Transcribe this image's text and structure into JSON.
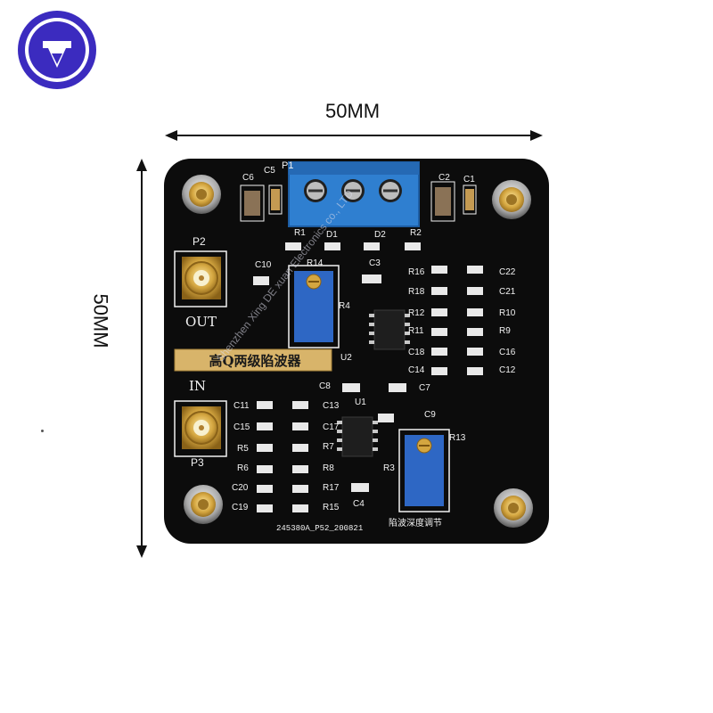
{
  "dimensions": {
    "width_label": "50MM",
    "height_label": "50MM"
  },
  "board": {
    "title_cn": "高Q两级陷波器",
    "port_out_label": "OUT",
    "port_in_label": "IN",
    "port_p2": "P2",
    "port_p3": "P3",
    "terminal_label": "P1",
    "adjust_label_cn": "陷波深度调节",
    "part_code": "245380A_P52_200821",
    "watermark": "Shenzhen Xing DE xuan Electronics co., LTD",
    "refs_top": [
      "C6",
      "C5",
      "C2",
      "C1",
      "R1",
      "D1",
      "D2",
      "R2",
      "C10",
      "R14",
      "C3",
      "R4",
      "U2",
      "R16",
      "R18",
      "R12",
      "R11",
      "C18",
      "C14",
      "C22",
      "C21",
      "R10",
      "R9",
      "C16",
      "C12"
    ],
    "refs_bottom": [
      "C8",
      "C7",
      "U1",
      "C9",
      "R13",
      "R3",
      "C4",
      "C11",
      "C15",
      "R5",
      "R6",
      "C20",
      "C19",
      "C13",
      "C17",
      "R7",
      "R8",
      "R17",
      "R15"
    ],
    "colors": {
      "pcb": "#0c0c0c",
      "silk": "#f2f2f2",
      "trimmer": "#2e67c4",
      "terminal": "#2f7fd0",
      "gold": "#d4a640"
    }
  },
  "logo": {
    "colors": {
      "ring": "#3b2bbf",
      "inner": "#ffffff"
    }
  }
}
